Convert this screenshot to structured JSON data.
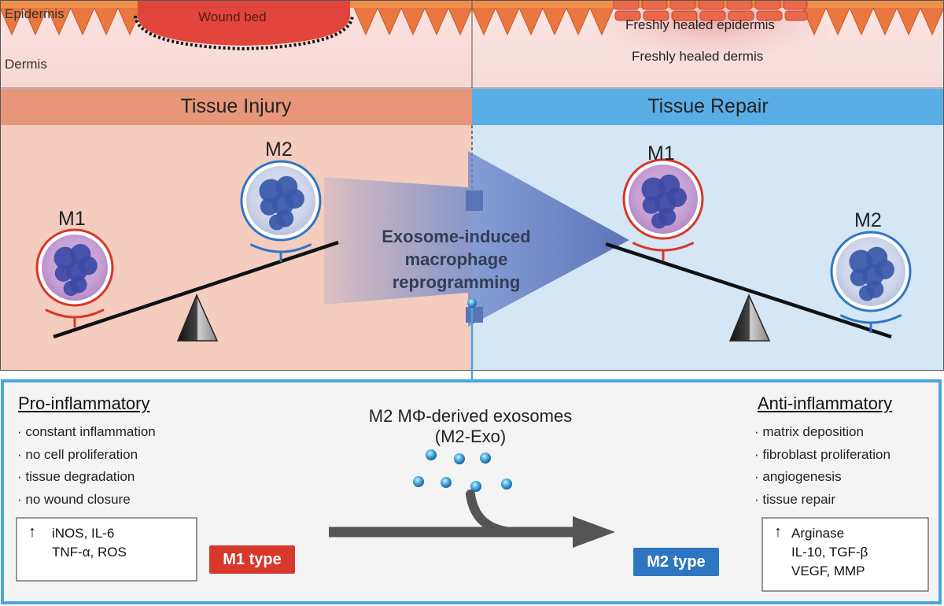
{
  "skin": {
    "left": {
      "epidermis": "Epidermis",
      "dermis": "Dermis",
      "wound": "Wound bed"
    },
    "right": {
      "healed_epidermis": "Freshly healed epidermis",
      "healed_dermis": "Freshly healed dermis"
    }
  },
  "phases": {
    "injury": "Tissue Injury",
    "repair": "Tissue Repair"
  },
  "balance_left": {
    "m1": "M1",
    "m2": "M2"
  },
  "balance_right": {
    "m1": "M1",
    "m2": "M2"
  },
  "center_arrow": {
    "line1": "Exosome-induced",
    "line2": "macrophage",
    "line3": "reprogramming"
  },
  "bottom": {
    "pro": {
      "heading": "Pro-inflammatory",
      "bullets": [
        "constant inflammation",
        "no cell proliferation",
        "tissue degradation",
        "no wound closure"
      ],
      "markers": [
        "iNOS, IL-6",
        "TNF-α, ROS"
      ],
      "up_arrow": "↑"
    },
    "anti": {
      "heading": "Anti-inflammatory",
      "bullets": [
        "matrix deposition",
        "fibroblast proliferation",
        "angiogenesis",
        "tissue repair"
      ],
      "markers": [
        "Arginase",
        "IL-10, TGF-β",
        "VEGF, MMP"
      ],
      "up_arrow": "↑"
    },
    "exo_line1": "M2 MΦ-derived exosomes",
    "exo_line2": "(M2-Exo)",
    "m1_type": "M1 type",
    "m2_type": "M2 type"
  },
  "colors": {
    "m1_red": "#d8372b",
    "m2_blue": "#2f76c2",
    "injury_bg": "#f4cdbf",
    "repair_bg": "#d5e6f5",
    "injury_band": "#e7967a",
    "repair_band": "#5aaee6",
    "frame_blue": "#4aa6dc"
  }
}
